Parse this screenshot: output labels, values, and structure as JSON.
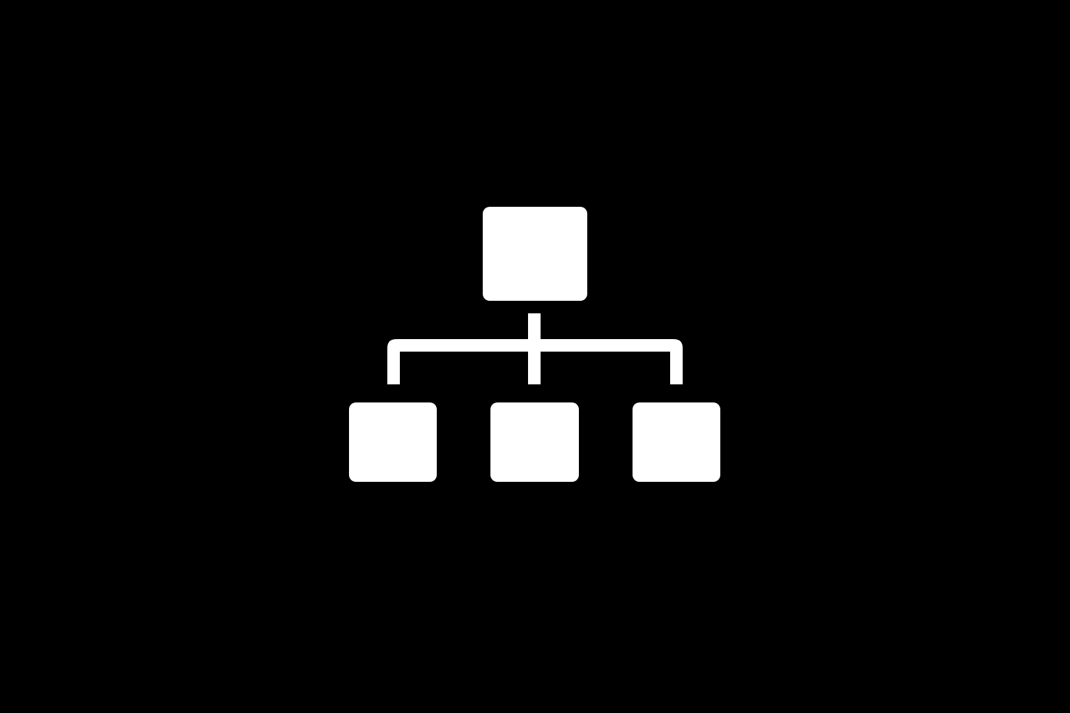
{
  "icon": {
    "name": "hierarchy-icon",
    "fill": "#FFFFFF",
    "background": "#000000"
  },
  "nodes": {
    "root": {
      "icon": "node-box"
    },
    "children": [
      {
        "icon": "node-box"
      },
      {
        "icon": "node-box"
      },
      {
        "icon": "node-box"
      }
    ]
  }
}
